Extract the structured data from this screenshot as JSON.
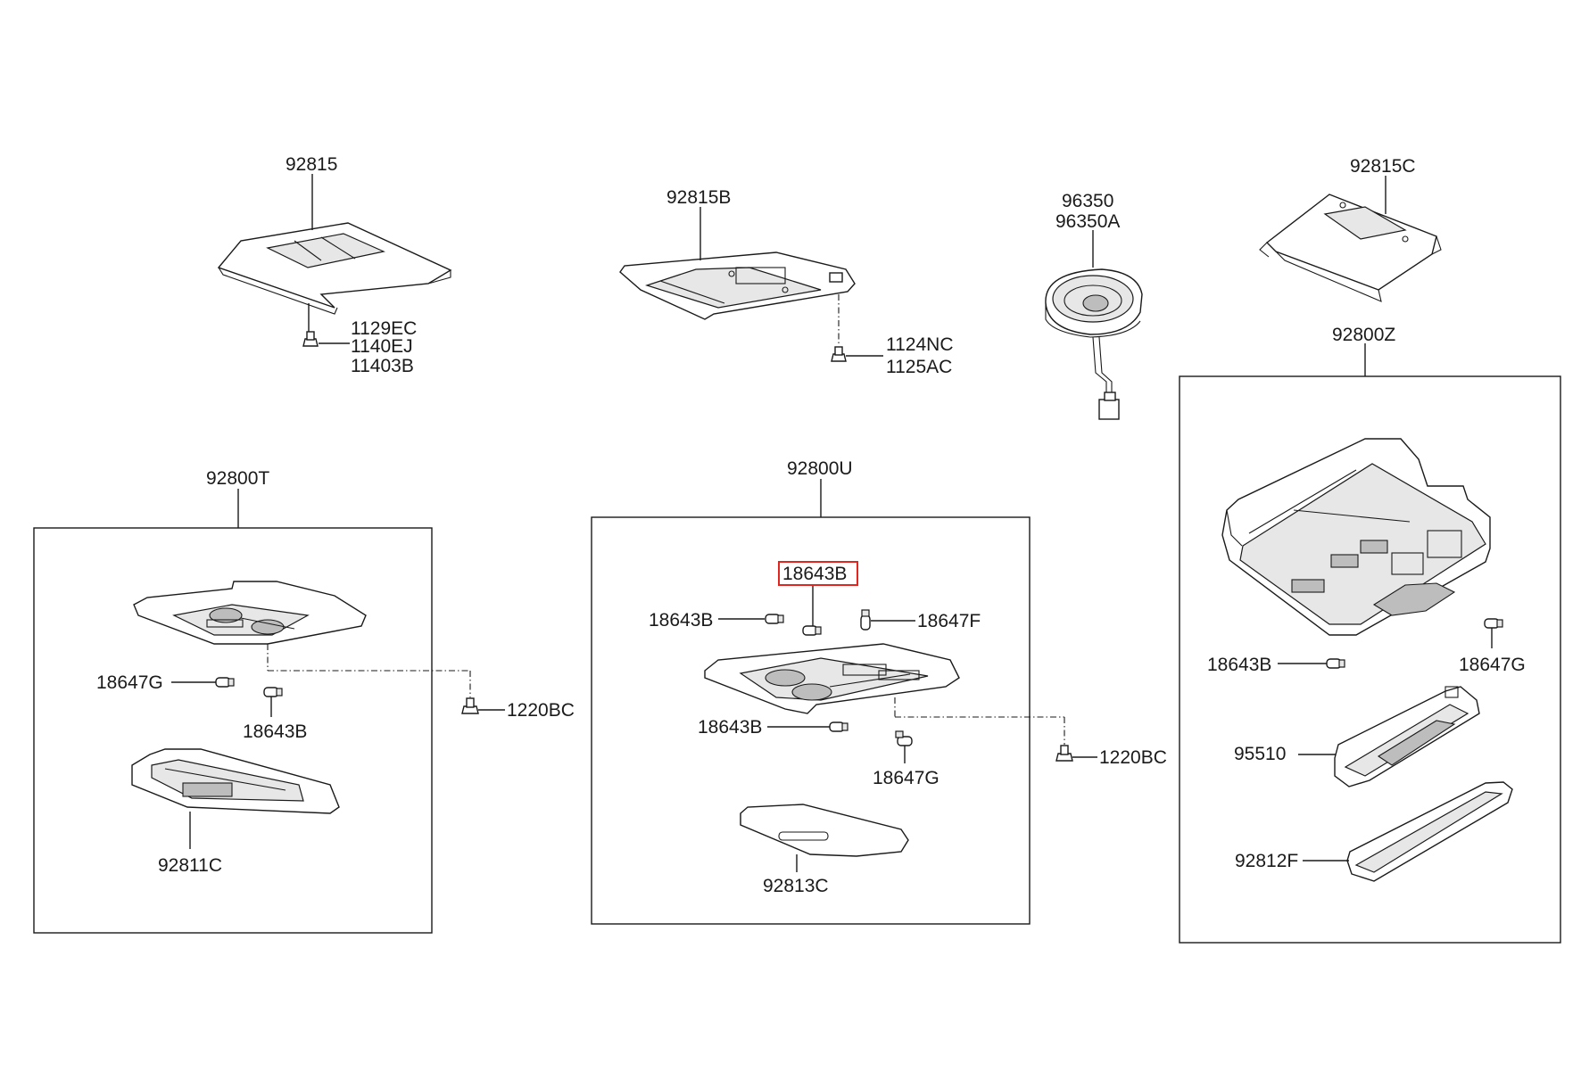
{
  "diagram": {
    "type": "exploded-parts-diagram",
    "highlight_color": "#e0261f",
    "line_color": "#1a1a1a",
    "highlighted_label": "18643B",
    "labels": {
      "p92815": "92815",
      "p1129EC": "1129EC",
      "p1140EJ": "1140EJ",
      "p11403B": "11403B",
      "p92815B": "92815B",
      "p1124NC": "1124NC",
      "p1125AC": "1125AC",
      "p96350": "96350",
      "p96350A": "96350A",
      "p92815C": "92815C",
      "p92800Z": "92800Z",
      "p92800T": "92800T",
      "t18647G": "18647G",
      "t18643B": "18643B",
      "t1220BC": "1220BC",
      "t92811C": "92811C",
      "p92800U": "92800U",
      "u18643B_hl": "18643B",
      "u18643B_a": "18643B",
      "u18647F": "18647F",
      "u18643B_b": "18643B",
      "u18647G": "18647G",
      "u1220BC": "1220BC",
      "u92813C": "92813C",
      "z18643B": "18643B",
      "z18647G": "18647G",
      "z95510": "95510",
      "z92812F": "92812F"
    }
  }
}
